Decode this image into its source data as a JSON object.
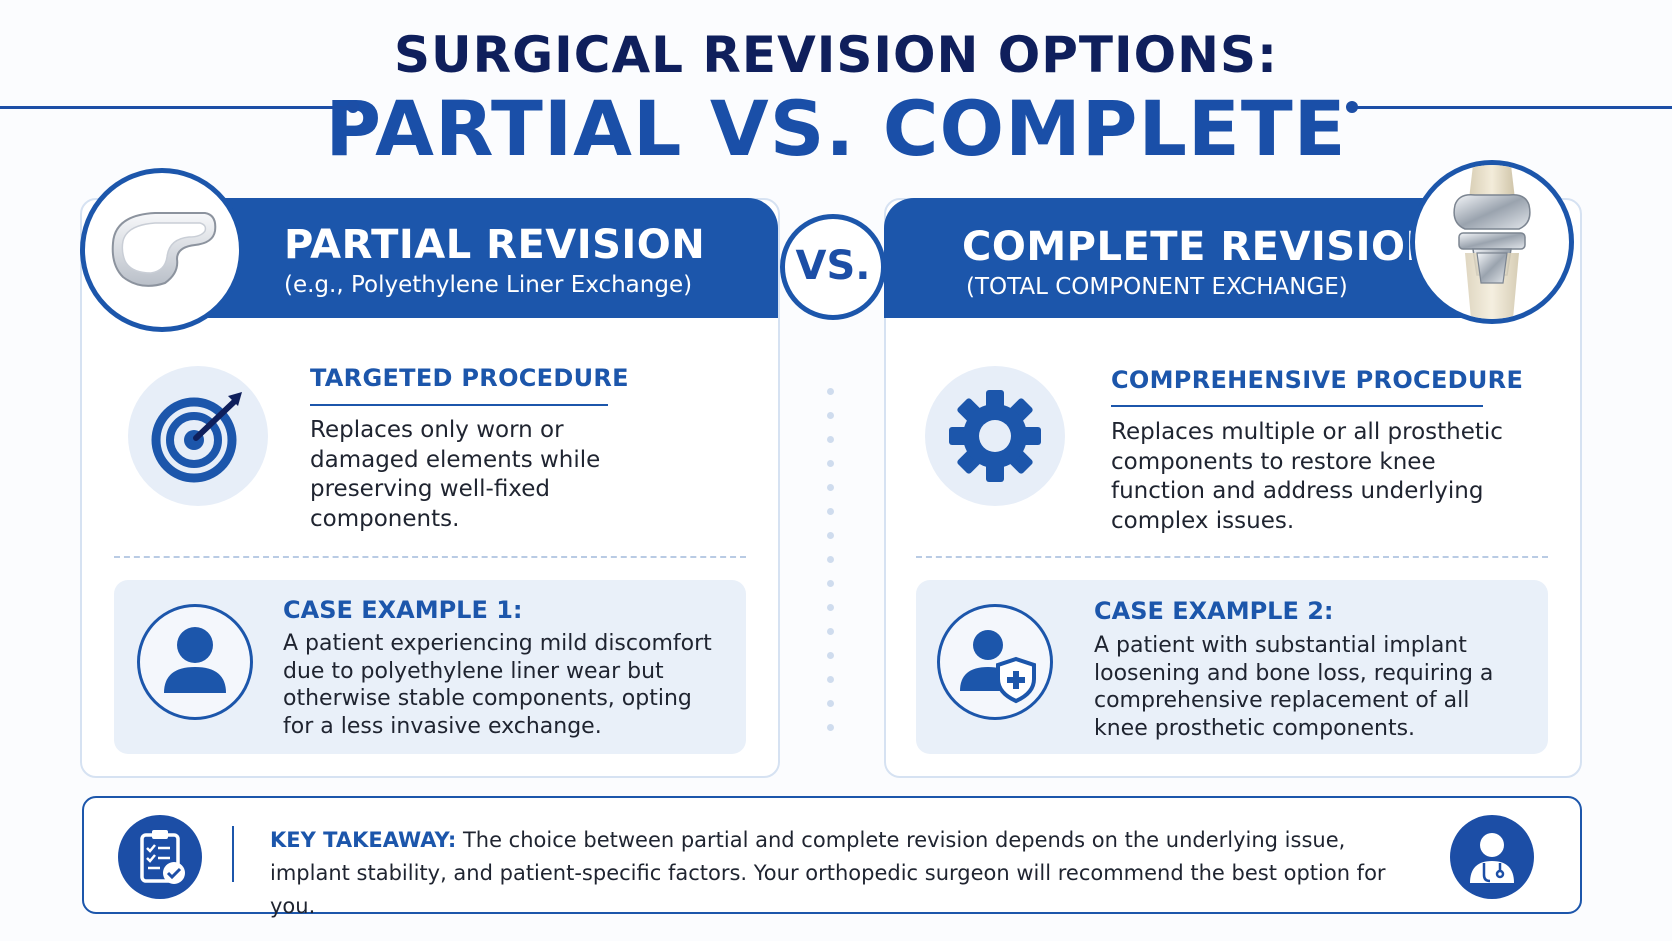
{
  "header": {
    "title_line1": "SURGICAL REVISION OPTIONS:",
    "title_line2": "PARTIAL VS. COMPLETE"
  },
  "vs_label": "VS.",
  "partial": {
    "title": "PARTIAL REVISION",
    "subtitle": "(e.g., Polyethylene Liner Exchange)",
    "icon": "polyethylene-liner-image",
    "section": {
      "icon": "target-icon",
      "heading": "TARGETED PROCEDURE",
      "lines": [
        "Replaces only worn or",
        "damaged elements while",
        "preserving well-fixed",
        "components."
      ]
    },
    "case": {
      "icon": "person-icon",
      "heading": "CASE EXAMPLE 1:",
      "lines": [
        "A patient experiencing mild discomfort",
        "due to polyethylene liner wear but",
        "otherwise stable components, opting",
        "for a less invasive exchange."
      ]
    }
  },
  "complete": {
    "title": "COMPLETE REVISION",
    "subtitle": "(TOTAL COMPONENT EXCHANGE)",
    "icon": "knee-implant-image",
    "section": {
      "icon": "gear-icon",
      "heading": "COMPREHENSIVE PROCEDURE",
      "lines": [
        "Replaces multiple or all prosthetic",
        "components to restore knee",
        "function and address underlying",
        "complex issues."
      ]
    },
    "case": {
      "icon": "person-shield-icon",
      "heading": "CASE EXAMPLE 2:",
      "lines": [
        "A patient with substantial implant",
        "loosening and bone loss, requiring a",
        "comprehensive replacement of all",
        "knee prosthetic components."
      ]
    }
  },
  "takeaway": {
    "icon_left": "clipboard-checklist-icon",
    "icon_right": "doctor-icon",
    "label": "KEY TAKEAWAY:",
    "line1": "The choice between partial and complete revision depends on the underlying issue,",
    "line2": "implant stability, and patient-specific factors. Your orthopedic surgeon will recommend the best option for you."
  },
  "colors": {
    "navy": "#0f1f5c",
    "brand_blue": "#1c56ab",
    "light_blue": "#e9f0f9"
  }
}
